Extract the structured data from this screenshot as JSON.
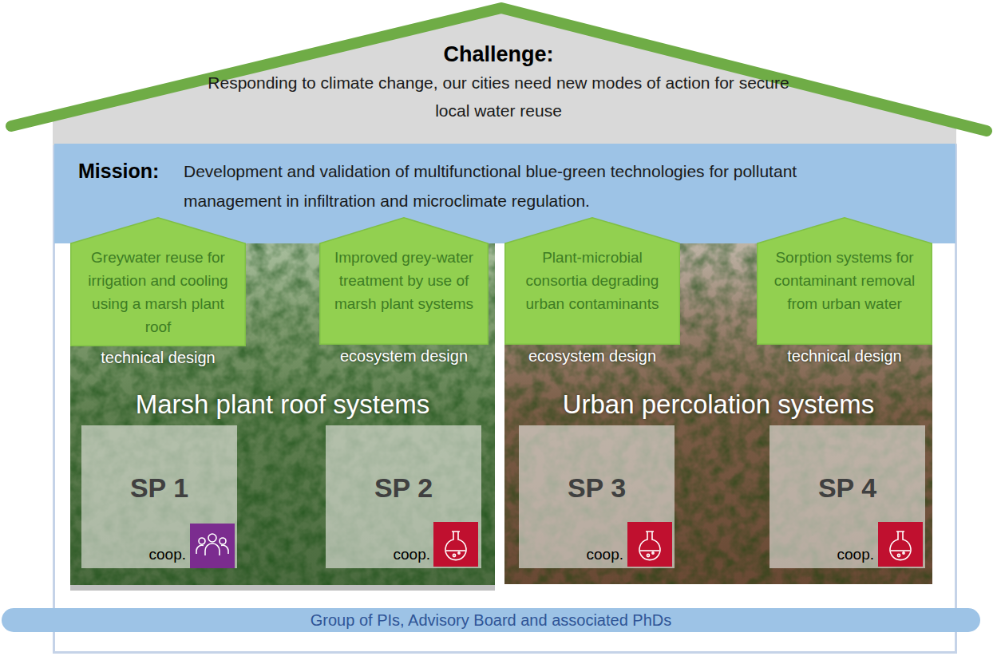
{
  "diagram": {
    "nodes": [
      {
        "text": [
          "Challenge:",
          "Responding to climate change, our cities need new modes of action for secure local water reuse"
        ]
      },
      {
        "text": [
          "Mission:",
          "Development and validation of multifunctional blue-green technologies for pollutant management in infiltration and microclimate regulation."
        ]
      },
      {
        "text": [
          "Greywater reuse for irrigation and cooling using a marsh plant roof"
        ]
      },
      {
        "text": [
          "Improved grey-water treatment by use of marsh plant systems"
        ]
      },
      {
        "text": [
          "Plant-microbial consortia degrading urban contaminants"
        ]
      },
      {
        "text": [
          "Sorption systems for contaminant removal from urban water"
        ]
      },
      {
        "text": [
          "Marsh plant roof systems"
        ]
      },
      {
        "text": [
          "SP 1",
          "coop."
        ],
        "in": 6
      },
      {
        "text": [
          "SP 2",
          "coop."
        ],
        "in": 6
      },
      {
        "text": [
          "Urban percolation systems"
        ]
      },
      {
        "text": [
          "SP 3",
          "coop."
        ],
        "in": 9
      },
      {
        "text": [
          "SP 4",
          "coop."
        ],
        "in": 9
      },
      {
        "text": [
          "Group of PIs, Advisory Board and associated PhDs"
        ]
      }
    ],
    "labels": [
      "technical design",
      "ecosystem design",
      "ecosystem design",
      "technical design"
    ]
  }
}
